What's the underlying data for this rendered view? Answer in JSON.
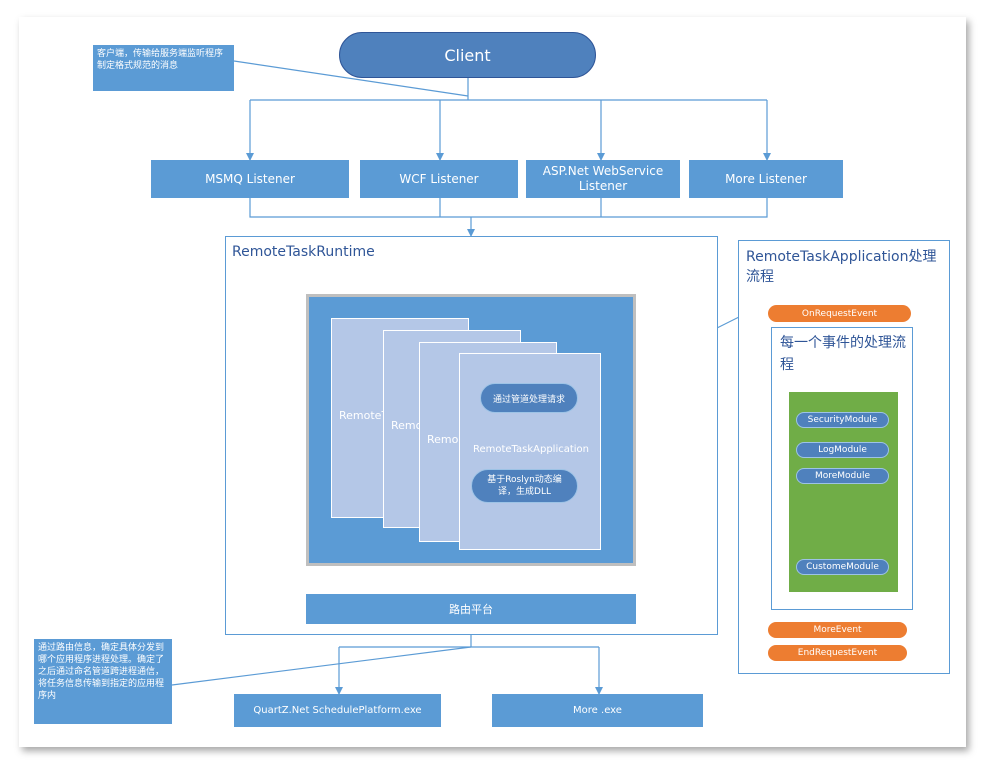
{
  "client": {
    "label": "Client"
  },
  "client_note": {
    "text": "客户端，传输给服务端监听程序制定格式规范的消息"
  },
  "listeners": [
    {
      "label": "MSMQ Listener"
    },
    {
      "label": "WCF Listener"
    },
    {
      "label": "ASP.Net WebService Listener"
    },
    {
      "label": "More Listener"
    }
  ],
  "runtime": {
    "title": "RemoteTaskRuntime",
    "sheets": [
      {
        "label": "RemoteT"
      },
      {
        "label": "Remo"
      },
      {
        "label": "Remo"
      }
    ],
    "front_sheet": {
      "pipeline_label": "通过管道处理请求",
      "app_label": "RemoteTaskApplication",
      "roslyn_label": "基于Roslyn动态编译，生成DLL"
    },
    "routing_label": "路由平台"
  },
  "route_note": {
    "text": "通过路由信息，确定具体分发到哪个应用程序进程处理。确定了之后通过命名管道跨进程通信，将任务信息传输到指定的应用程序内"
  },
  "targets": [
    {
      "label": "QuartZ.Net SchedulePlatform.exe"
    },
    {
      "label": "More .exe"
    }
  ],
  "app_flow": {
    "title": "RemoteTaskApplication处理流程",
    "on_request_event": "OnRequestEvent",
    "event_flow_title": "每一个事件的处理流程",
    "modules": [
      "SecurityModule",
      "LogModule",
      "MoreModule",
      "CustomeModule"
    ],
    "more_event": "MoreEvent",
    "end_request_event": "EndRequestEvent"
  },
  "colors": {
    "blue": "#5b9bd5",
    "dark_blue": "#2f5597",
    "light_blue": "#b4c7e7",
    "green": "#70ad47",
    "orange": "#ed7d31",
    "gray": "#bfbfbf"
  }
}
